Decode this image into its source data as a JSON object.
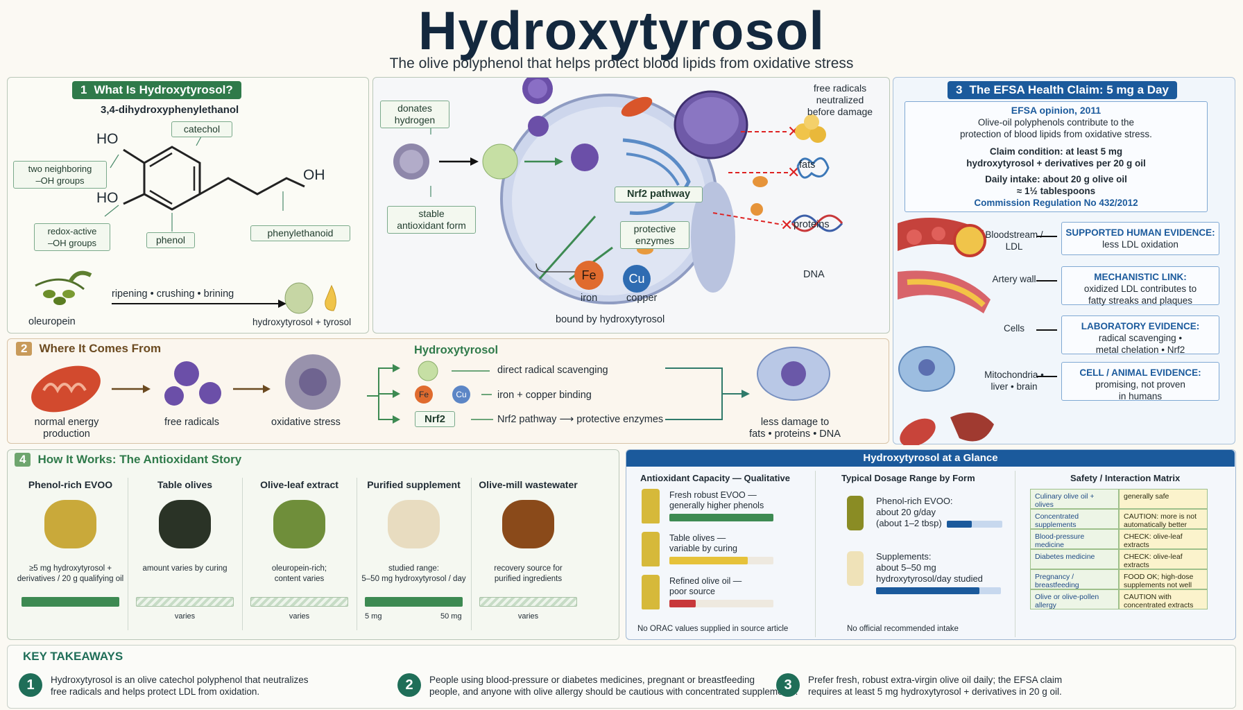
{
  "title": "Hydroxytyrosol",
  "subtitle": "The olive polyphenol that helps protect blood lipids from oxidative stress",
  "s1": {
    "num": "1",
    "title": "What Is Hydroxytyrosol?",
    "chem_name": "3,4-dihydroxyphenylethanol",
    "catechol": "catechol",
    "neighbor": "two neighboring\n–OH groups",
    "redox": "redox-active\n–OH groups",
    "phenol": "phenol",
    "phenylethanoid": "phenylethanoid",
    "ho1": "HO",
    "ho2": "HO",
    "oh": "OH",
    "oleuropein": "oleuropein",
    "process": "ripening • crushing • brining",
    "product": "hydroxytyrosol + tyrosol"
  },
  "center": {
    "donates": "donates\nhydrogen",
    "stable": "stable\nantioxidant form",
    "neutralized": "free radicals\nneutralized\nbefore damage",
    "nrf2": "Nrf2 pathway",
    "enzymes": "protective\nenzymes",
    "fats": "fats",
    "proteins": "proteins",
    "dna": "DNA",
    "fe": "Fe",
    "cu": "Cu",
    "iron": "iron",
    "copper": "copper",
    "bound": "bound by hydroxytyrosol"
  },
  "s3": {
    "num": "3",
    "title": "The EFSA Health Claim: 5 mg a Day",
    "opinion": "EFSA opinion, 2011",
    "opinion_text": "Olive-oil polyphenols contribute to the\nprotection of blood lipids from oxidative stress.",
    "claim_bold": "Claim condition: at least 5 mg\nhydroxytyrosol + derivatives per 20 g oil",
    "intake": "Daily intake: about 20 g olive oil\n≈ 1½ tablespoons",
    "regulation": "Commission Regulation No 432/2012",
    "rows": [
      {
        "left": "Bloodstream /\nLDL",
        "key": "SUPPORTED HUMAN EVIDENCE:",
        "text": "less LDL oxidation"
      },
      {
        "left": "Artery wall",
        "key": "MECHANISTIC LINK:",
        "text": "oxidized LDL contributes to\nfatty streaks and plaques"
      },
      {
        "left": "Cells",
        "key": "LABORATORY EVIDENCE:",
        "text": "radical scavenging •\nmetal chelation • Nrf2"
      },
      {
        "left": "Mitochondria •\nliver • brain",
        "key": "CELL / ANIMAL EVIDENCE:",
        "text": "promising, not proven\nin humans"
      }
    ]
  },
  "s2": {
    "num": "2",
    "title": "Where It Comes From",
    "normal": "normal energy\nproduction",
    "radicals": "free radicals",
    "oxidative": "oxidative stress",
    "ht": "Hydroxytyrosol",
    "p1": "direct radical scavenging",
    "p2": "iron + copper binding",
    "nrf2": "Nrf2",
    "p3": "Nrf2 pathway ⟶ protective enzymes",
    "fe": "Fe",
    "cu": "Cu",
    "result": "less damage to\nfats • proteins • DNA"
  },
  "s4": {
    "num": "4",
    "title": "How It Works: The Antioxidant Story",
    "items": [
      {
        "title": "Phenol-rich EVOO",
        "desc": "≥5 mg hydroxytyrosol +\nderivatives / 20 g qualifying oil",
        "bar_label": ""
      },
      {
        "title": "Table olives",
        "desc": "amount varies by curing",
        "bar_label": "varies"
      },
      {
        "title": "Olive-leaf extract",
        "desc": "oleuropein-rich;\ncontent varies",
        "bar_label": "varies"
      },
      {
        "title": "Purified supplement",
        "desc": "studied range:\n5–50 mg hydroxytyrosol / day",
        "bar_min": "5 mg",
        "bar_max": "50 mg"
      },
      {
        "title": "Olive-mill wastewater",
        "desc": "recovery source for\npurified ingredients",
        "bar_label": "varies"
      }
    ]
  },
  "glance": {
    "title": "Hydroxytyrosol at a Glance",
    "cap_title": "Antioxidant Capacity — Qualitative",
    "cap": [
      {
        "text": "Fresh robust EVOO —\ngenerally higher phenols",
        "level": 1.0,
        "color": "#3d8a52"
      },
      {
        "text": "Table olives —\nvariable by curing",
        "level": 0.75,
        "color": "#e6c23a"
      },
      {
        "text": "Refined olive oil —\npoor source",
        "level": 0.25,
        "color": "#c8383a"
      }
    ],
    "cap_note": "No ORAC values supplied in source article",
    "dose_title": "Typical Dosage Range by Form",
    "dose": [
      {
        "text": "Phenol-rich EVOO:\nabout 20 g/day\n(about 1–2 tbsp)",
        "level": 0.45
      },
      {
        "text": "Supplements:\nabout 5–50 mg\nhydroxytyrosol/day studied",
        "level": 0.83
      }
    ],
    "dose_note": "No official recommended intake",
    "matrix_title": "Safety / Interaction Matrix",
    "matrix": [
      {
        "l": "Culinary olive oil + olives",
        "r": "generally safe"
      },
      {
        "l": "Concentrated supplements",
        "r": "CAUTION: more is not\nautomatically better"
      },
      {
        "l": "Blood-pressure medicine",
        "r": "CHECK: olive-leaf extracts\nmay lower blood pressure"
      },
      {
        "l": "Diabetes medicine",
        "r": "CHECK: olive-leaf extracts\nmay lower blood glucose"
      },
      {
        "l": "Pregnancy / breastfeeding",
        "r": "FOOD OK; high-dose\nsupplements not well studied"
      },
      {
        "l": "Olive or olive-pollen allergy",
        "r": "CAUTION with\nconcentrated extracts"
      }
    ]
  },
  "takeaways": {
    "title": "KEY TAKEAWAYS",
    "items": [
      {
        "n": "1",
        "text": "Hydroxytyrosol is an olive catechol polyphenol that neutralizes\nfree radicals and helps protect LDL from oxidation."
      },
      {
        "n": "2",
        "text": "People using blood-pressure or diabetes medicines, pregnant or breastfeeding\npeople, and anyone with olive allergy should be cautious with concentrated supplements."
      },
      {
        "n": "3",
        "text": "Prefer fresh, robust extra-virgin olive oil daily; the EFSA claim\nrequires at least 5 mg hydroxytyrosol + derivatives in 20 g oil."
      }
    ]
  }
}
